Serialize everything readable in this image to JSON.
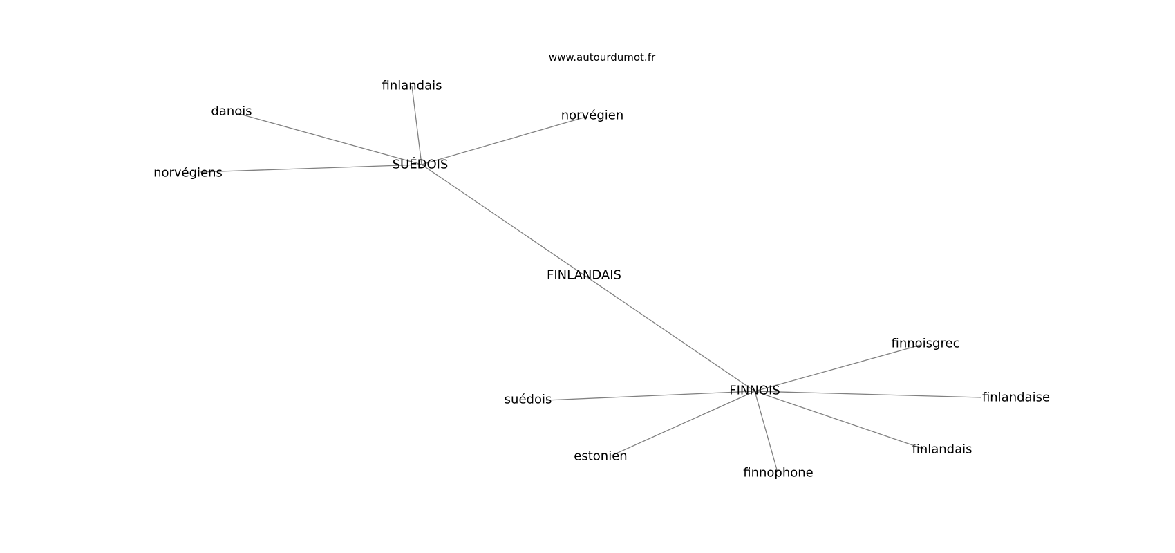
{
  "watermark": "www.autourdumot.fr",
  "colors": {
    "edge": "#808080",
    "text": "#000000",
    "background": "#ffffff"
  },
  "graph": {
    "nodes": [
      {
        "id": "center",
        "label": "FINLANDAIS",
        "role": "center"
      },
      {
        "id": "suedois_hub",
        "label": "SUÉDOIS",
        "role": "hub"
      },
      {
        "id": "finnois_hub",
        "label": "FINNOIS",
        "role": "hub"
      },
      {
        "id": "finlandais_top",
        "label": "finlandais",
        "role": "leaf"
      },
      {
        "id": "danois",
        "label": "danois",
        "role": "leaf"
      },
      {
        "id": "norvegien",
        "label": "norvégien",
        "role": "leaf"
      },
      {
        "id": "norvegiens",
        "label": "norvégiens",
        "role": "leaf"
      },
      {
        "id": "finnoisgrec",
        "label": "finnoisgrec",
        "role": "leaf"
      },
      {
        "id": "suedois_leaf",
        "label": "suédois",
        "role": "leaf"
      },
      {
        "id": "finlandaise",
        "label": "finlandaise",
        "role": "leaf"
      },
      {
        "id": "estonien",
        "label": "estonien",
        "role": "leaf"
      },
      {
        "id": "finlandais_bottom",
        "label": "finlandais",
        "role": "leaf"
      },
      {
        "id": "finnophone",
        "label": "finnophone",
        "role": "leaf"
      }
    ],
    "edges": [
      [
        "suedois_hub",
        "finnois_hub"
      ],
      [
        "suedois_hub",
        "finlandais_top"
      ],
      [
        "suedois_hub",
        "danois"
      ],
      [
        "suedois_hub",
        "norvegien"
      ],
      [
        "suedois_hub",
        "norvegiens"
      ],
      [
        "finnois_hub",
        "finnoisgrec"
      ],
      [
        "finnois_hub",
        "suedois_leaf"
      ],
      [
        "finnois_hub",
        "finlandaise"
      ],
      [
        "finnois_hub",
        "estonien"
      ],
      [
        "finnois_hub",
        "finlandais_bottom"
      ],
      [
        "finnois_hub",
        "finnophone"
      ]
    ]
  }
}
